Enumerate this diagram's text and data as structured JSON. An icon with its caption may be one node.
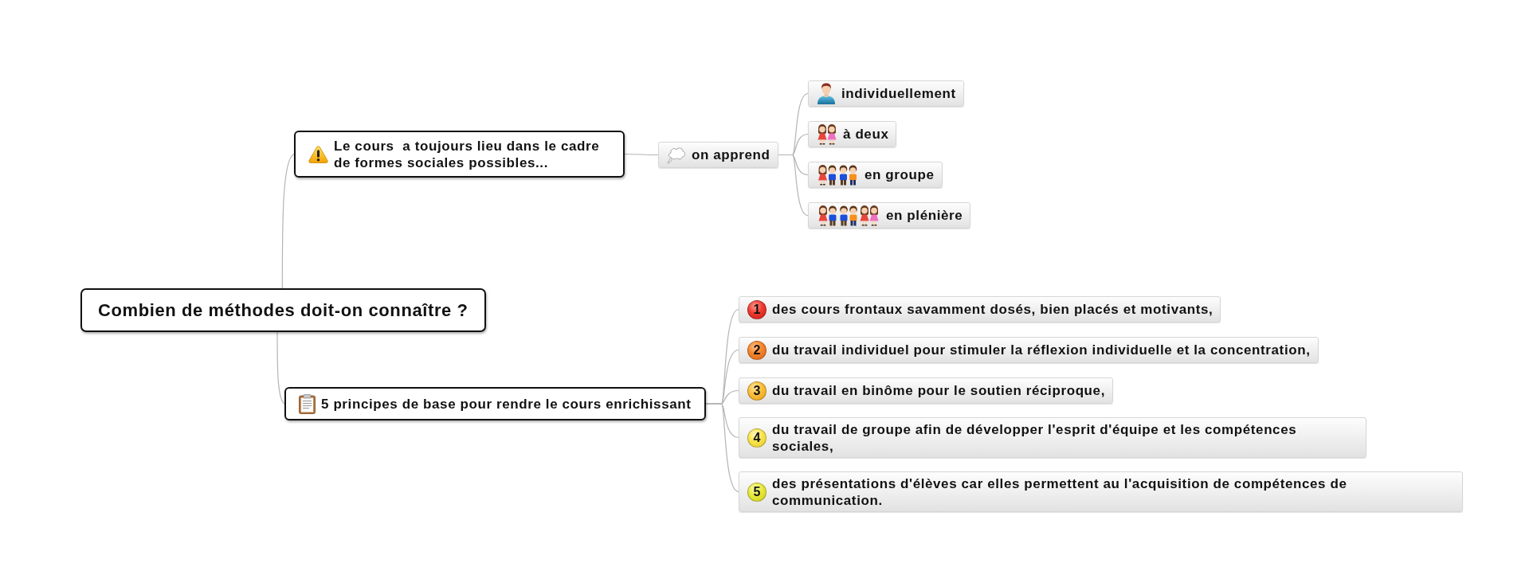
{
  "diagram": {
    "nodes": [
      {
        "text": [
          "Combien de méthodes doit-on connaître ?"
        ]
      },
      {
        "text": [
          "Le cours  a toujours lieu dans le cadre de formes sociales possibles..."
        ]
      },
      {
        "text": [
          "on apprend"
        ]
      },
      {
        "text": [
          "individuellement"
        ]
      },
      {
        "text": [
          "à deux"
        ]
      },
      {
        "text": [
          "en groupe"
        ]
      },
      {
        "text": [
          "en plénière"
        ]
      },
      {
        "text": [
          "5 principes de base pour rendre le cours enrichissant"
        ]
      },
      {
        "text": [
          "1",
          "des cours frontaux savamment dosés, bien placés et motivants,"
        ]
      },
      {
        "text": [
          "2",
          "du travail individuel pour stimuler la réflexion individuelle et la concentration,"
        ]
      },
      {
        "text": [
          "3",
          "du travail en binôme pour le soutien réciproque,"
        ]
      },
      {
        "text": [
          "4",
          "du travail de groupe afin de développer l'esprit d'équipe et les compétences sociales,"
        ]
      },
      {
        "text": [
          "5",
          "des présentations d'élèves car elles permettent au l'acquisition de compétences de communication."
        ]
      }
    ],
    "edges": [
      {
        "from": 0,
        "to": 1,
        "arrow": "none"
      },
      {
        "from": 1,
        "to": 2,
        "arrow": "none"
      },
      {
        "from": 2,
        "to": 3,
        "arrow": "none"
      },
      {
        "from": 2,
        "to": 4,
        "arrow": "none"
      },
      {
        "from": 2,
        "to": 5,
        "arrow": "none"
      },
      {
        "from": 2,
        "to": 6,
        "arrow": "none"
      },
      {
        "from": 0,
        "to": 7,
        "arrow": "none"
      },
      {
        "from": 7,
        "to": 8,
        "arrow": "none"
      },
      {
        "from": 7,
        "to": 9,
        "arrow": "none"
      },
      {
        "from": 7,
        "to": 10,
        "arrow": "none"
      },
      {
        "from": 7,
        "to": 11,
        "arrow": "none"
      },
      {
        "from": 7,
        "to": 12,
        "arrow": "none"
      }
    ]
  }
}
